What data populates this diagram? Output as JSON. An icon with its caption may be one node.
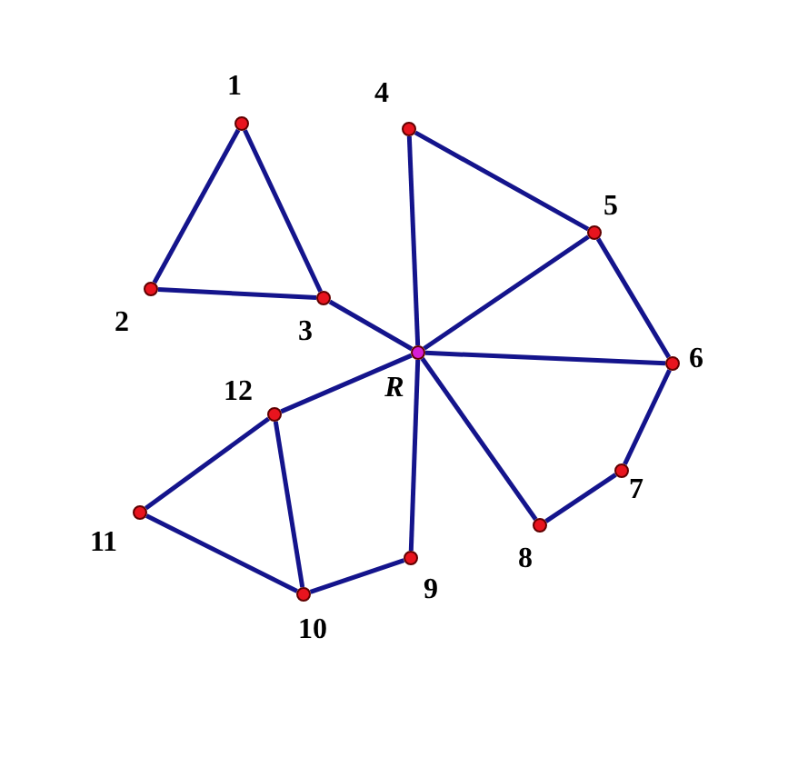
{
  "diagram": {
    "nodes": [
      {
        "text": [
          "1"
        ]
      },
      {
        "text": [
          "2"
        ]
      },
      {
        "text": [
          "3"
        ]
      },
      {
        "text": [
          "4"
        ]
      },
      {
        "text": [
          "5"
        ]
      },
      {
        "text": [
          "6"
        ]
      },
      {
        "text": [
          "7"
        ]
      },
      {
        "text": [
          "8"
        ]
      },
      {
        "text": [
          "9"
        ]
      },
      {
        "text": [
          "10"
        ]
      },
      {
        "text": [
          "11"
        ]
      },
      {
        "text": [
          "12"
        ]
      },
      {
        "text": [
          "R"
        ]
      }
    ],
    "edges": [
      {
        "from": 0,
        "to": 1,
        "arrow": "none"
      },
      {
        "from": 0,
        "to": 2,
        "arrow": "none"
      },
      {
        "from": 1,
        "to": 2,
        "arrow": "none"
      },
      {
        "from": 2,
        "to": 12,
        "arrow": "none"
      },
      {
        "from": 3,
        "to": 12,
        "arrow": "none"
      },
      {
        "from": 3,
        "to": 4,
        "arrow": "none"
      },
      {
        "from": 4,
        "to": 12,
        "arrow": "none"
      },
      {
        "from": 4,
        "to": 5,
        "arrow": "none"
      },
      {
        "from": 5,
        "to": 12,
        "arrow": "none"
      },
      {
        "from": 5,
        "to": 6,
        "arrow": "none"
      },
      {
        "from": 6,
        "to": 7,
        "arrow": "none"
      },
      {
        "from": 7,
        "to": 12,
        "arrow": "none"
      },
      {
        "from": 8,
        "to": 12,
        "arrow": "none"
      },
      {
        "from": 8,
        "to": 9,
        "arrow": "none"
      },
      {
        "from": 9,
        "to": 11,
        "arrow": "none"
      },
      {
        "from": 9,
        "to": 10,
        "arrow": "none"
      },
      {
        "from": 10,
        "to": 11,
        "arrow": "none"
      },
      {
        "from": 11,
        "to": 12,
        "arrow": "none"
      }
    ]
  }
}
